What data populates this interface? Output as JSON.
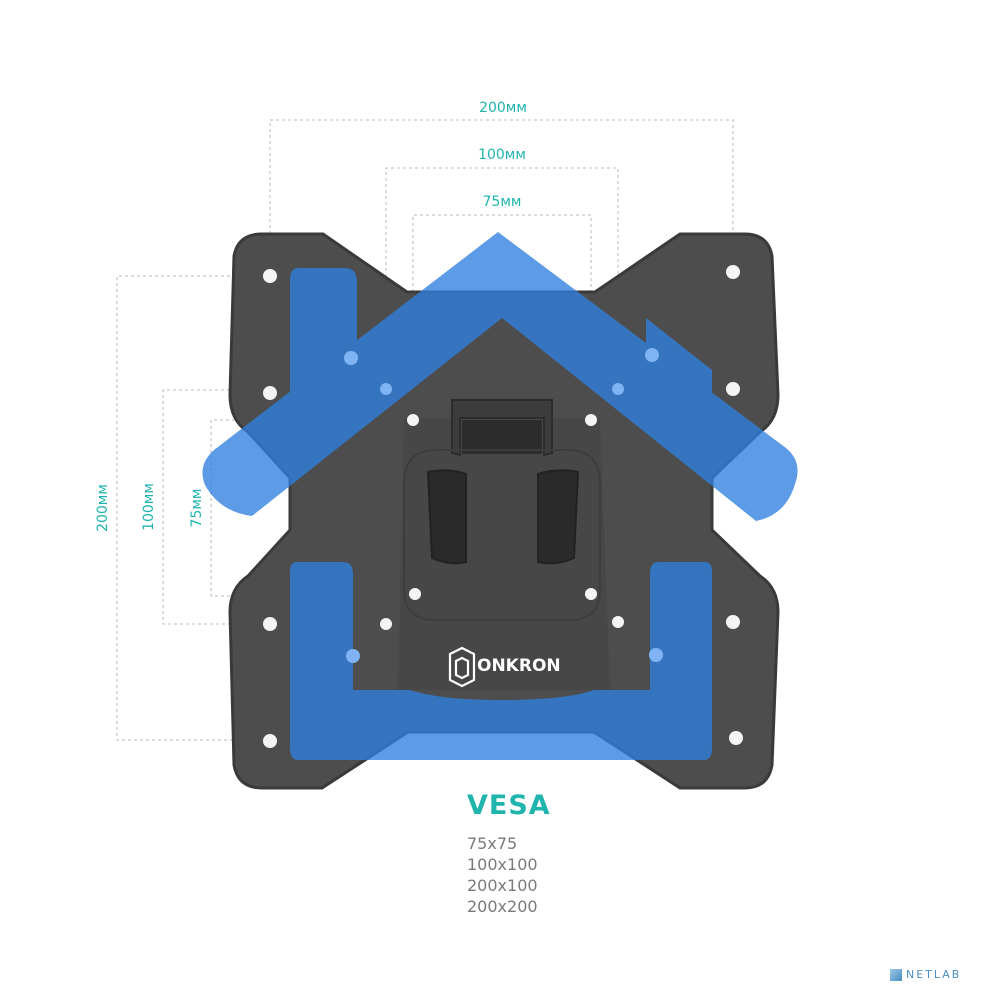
{
  "dimensions": {
    "top": [
      {
        "id": "dim-200-horizontal",
        "label": "200мм"
      },
      {
        "id": "dim-100-horizontal",
        "label": "100мм"
      },
      {
        "id": "dim-75-horizontal",
        "label": "75мм"
      }
    ],
    "left": [
      {
        "id": "dim-200-vertical",
        "label": "200мм"
      },
      {
        "id": "dim-100-vertical",
        "label": "100мм"
      },
      {
        "id": "dim-75-vertical",
        "label": "75мм"
      }
    ]
  },
  "brand": {
    "name": "ONKRON",
    "icon": "onkron-logo-icon"
  },
  "vesa": {
    "title": "VESA",
    "sizes": [
      "75x75",
      "100x100",
      "200x100",
      "200x200"
    ]
  },
  "watermark": {
    "text": "NETLAB",
    "icon": "netlab-logo-icon"
  },
  "colors": {
    "plate": "#4d4d4d",
    "plate_edge": "#3a3a3a",
    "arm_blue": "#2f7fe0",
    "dim_label": "#1fb5ad",
    "dim_line": "#b9b9b9",
    "list_text": "#7a7a7a"
  }
}
